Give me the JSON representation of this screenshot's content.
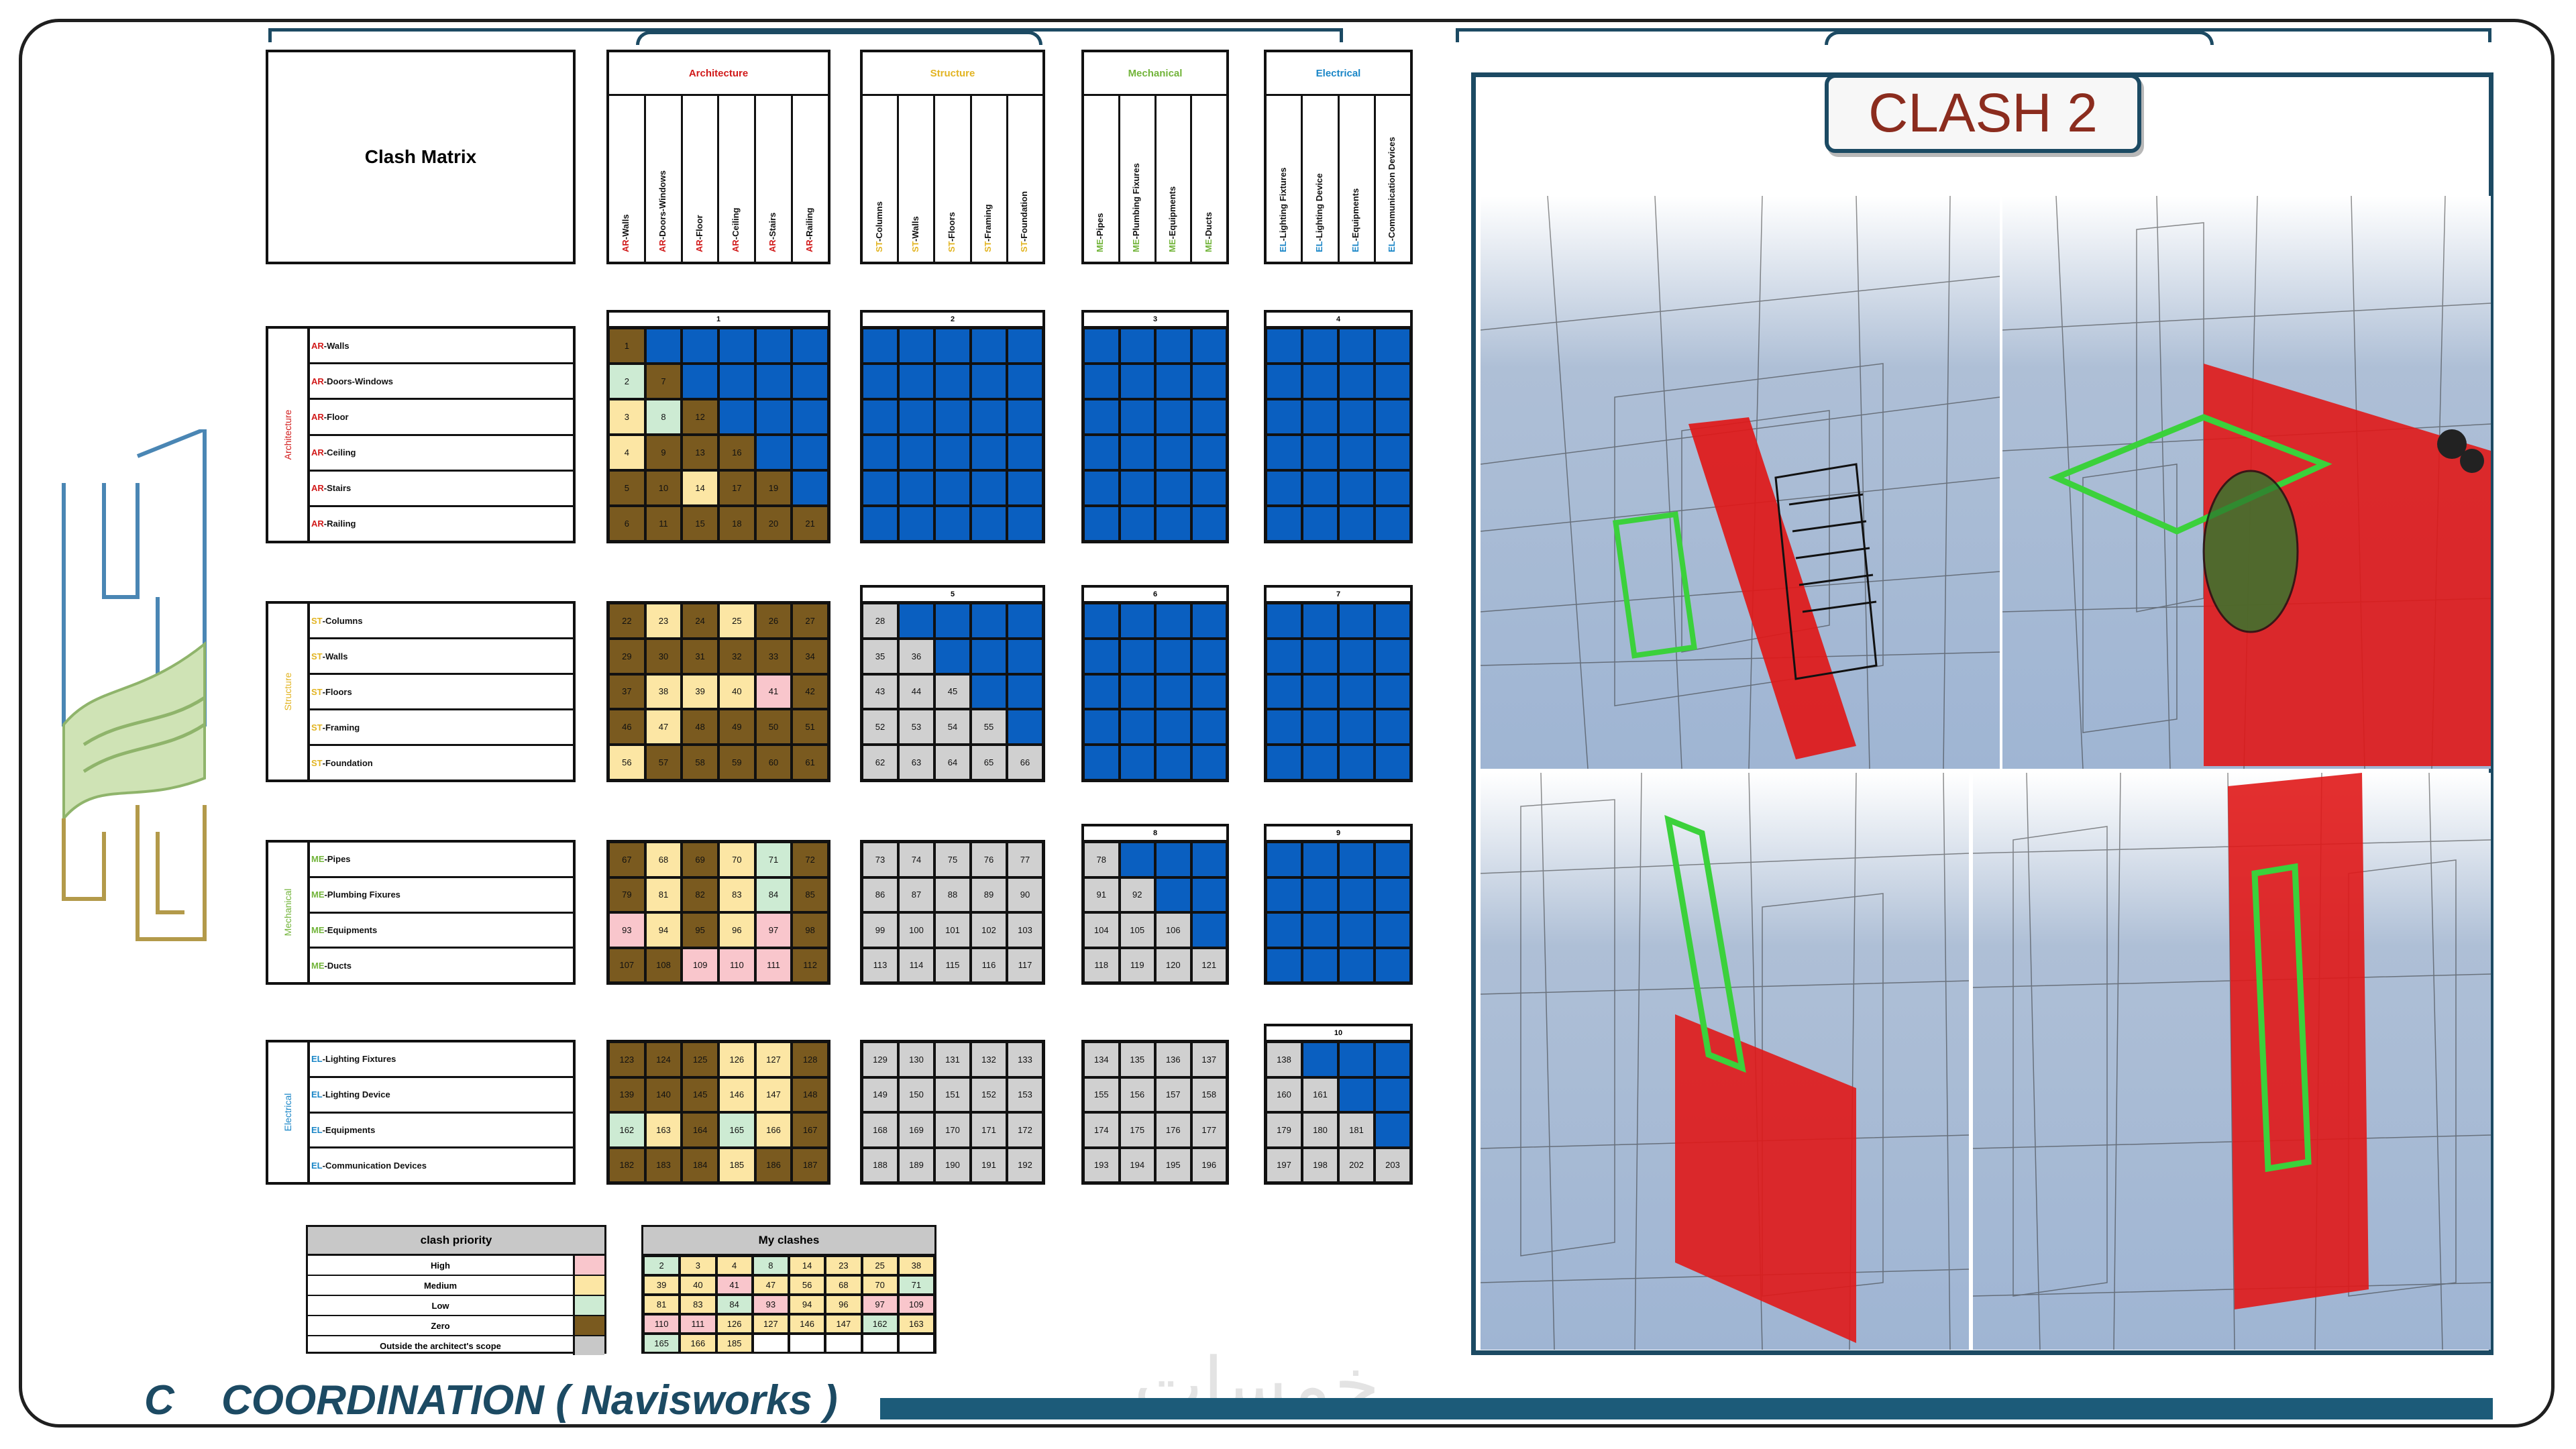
{
  "matrix_title": "Clash Matrix",
  "disciplines": [
    {
      "name": "Architecture",
      "prefix": "AR",
      "color": "#d11a1a",
      "items": [
        "Walls",
        "Doors-Windows",
        "Floor",
        "Ceiling",
        "Stairs",
        "Railing"
      ]
    },
    {
      "name": "Structure",
      "prefix": "ST",
      "color": "#e2b422",
      "items": [
        "Columns",
        "Walls",
        "Floors",
        "Framing",
        "Foundation"
      ]
    },
    {
      "name": "Mechanical",
      "prefix": "ME",
      "color": "#72b43a",
      "items": [
        "Pipes",
        "Plumbing Fixures",
        "Equipments",
        "Ducts"
      ]
    },
    {
      "name": "Electrical",
      "prefix": "EL",
      "color": "#1a86c7",
      "items": [
        "Lighting Fixtures",
        "Lighting Device",
        "Equipments",
        "Communication  Devices"
      ]
    }
  ],
  "column_headers": [
    {
      "name": "Architecture",
      "prefix": "AR",
      "color": "#d11a1a",
      "items": [
        "Walls",
        "Doors-Windows",
        "Floor",
        "Ceiling",
        "Stairs",
        "Railing"
      ]
    },
    {
      "name": "Structure",
      "prefix": "ST",
      "color": "#e2b422",
      "items": [
        "Columns",
        "Walls",
        "Floors",
        "Framing",
        "Foundation"
      ]
    },
    {
      "name": "Mechanical",
      "prefix": "ME",
      "color": "#72b43a",
      "items": [
        "Pipes",
        "Plumbing Fixures",
        "Equipments",
        "Ducts"
      ]
    },
    {
      "name": "Electrical",
      "prefix": "EL",
      "color": "#1a86c7",
      "items": [
        "Lighting Fixtures",
        "Lighting Device",
        "Equipments",
        "Communication  Devices"
      ]
    }
  ],
  "block_numbers": [
    "1",
    "2",
    "3",
    "4",
    "5",
    "6",
    "7",
    "8",
    "9",
    "10"
  ],
  "legend": {
    "title": "clash priority",
    "rows": [
      {
        "label": "High",
        "color": "#f9c6cc"
      },
      {
        "label": "Medium",
        "color": "#fce6a4"
      },
      {
        "label": "Low",
        "color": "#cdebd3"
      },
      {
        "label": "Zero",
        "color": "#7a5a1f"
      },
      {
        "label": "Outside the architect's scope",
        "color": "#c8c8c8"
      }
    ]
  },
  "my_clashes": {
    "title": "My clashes",
    "rows": [
      [
        [
          "2",
          "g"
        ],
        [
          "3",
          "y"
        ],
        [
          "4",
          "y"
        ],
        [
          "8",
          "g"
        ],
        [
          "14",
          "y"
        ],
        [
          "23",
          "y"
        ],
        [
          "25",
          "y"
        ],
        [
          "38",
          "y"
        ]
      ],
      [
        [
          "39",
          "y"
        ],
        [
          "40",
          "y"
        ],
        [
          "41",
          "p"
        ],
        [
          "47",
          "y"
        ],
        [
          "56",
          "y"
        ],
        [
          "68",
          "y"
        ],
        [
          "70",
          "y"
        ],
        [
          "71",
          "g"
        ]
      ],
      [
        [
          "81",
          "y"
        ],
        [
          "83",
          "y"
        ],
        [
          "84",
          "g"
        ],
        [
          "93",
          "p"
        ],
        [
          "94",
          "y"
        ],
        [
          "96",
          "y"
        ],
        [
          "97",
          "p"
        ],
        [
          "109",
          "p"
        ]
      ],
      [
        [
          "110",
          "p"
        ],
        [
          "111",
          "p"
        ],
        [
          "126",
          "y"
        ],
        [
          "127",
          "y"
        ],
        [
          "146",
          "y"
        ],
        [
          "147",
          "y"
        ],
        [
          "162",
          "g"
        ],
        [
          "163",
          "y"
        ]
      ],
      [
        [
          "165",
          "g"
        ],
        [
          "166",
          "y"
        ],
        [
          "185",
          "y"
        ],
        [
          "",
          ""
        ],
        [
          "",
          ""
        ],
        [
          "",
          ""
        ],
        [
          "",
          ""
        ],
        [
          "",
          ""
        ]
      ]
    ]
  },
  "clash_title": "CLASH 2",
  "footer": {
    "letter": "C",
    "title": "COORDINATION ( Navisworks )",
    "watermark": "خمسات"
  },
  "colors": {
    "accent": "#1c4a63",
    "blue": "#0a5fc0",
    "brown": "#7a5a1f",
    "green_highlight": "#3bd13b",
    "clash_red": "#e01818"
  }
}
